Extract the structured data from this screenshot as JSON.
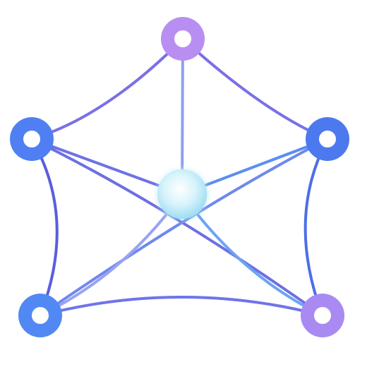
{
  "diagram": {
    "type": "network-graph-icon",
    "background": "#ffffff",
    "nodes": [
      {
        "id": "top",
        "role": "outer-node",
        "color": "#b98ef2"
      },
      {
        "id": "left",
        "role": "outer-node",
        "color": "#4f7ff2"
      },
      {
        "id": "right",
        "role": "outer-node",
        "color": "#4d79ee"
      },
      {
        "id": "bottom-left",
        "role": "outer-node",
        "color": "#5288f3"
      },
      {
        "id": "bottom-right",
        "role": "outer-node",
        "color": "#a98af2"
      },
      {
        "id": "center",
        "role": "hub-node",
        "color": "#aee8f6"
      }
    ],
    "edges": [
      {
        "from": "top",
        "to": "left",
        "style": "curved",
        "color": "#7a70e6"
      },
      {
        "from": "top",
        "to": "right",
        "style": "curved",
        "color": "#7a70e6"
      },
      {
        "from": "top",
        "to": "center",
        "style": "straight",
        "color": "#8ea0f0"
      },
      {
        "from": "left",
        "to": "center",
        "style": "straight",
        "color": "#6f72e4"
      },
      {
        "from": "right",
        "to": "center",
        "style": "straight",
        "color": "#5c8ef0"
      },
      {
        "from": "left",
        "to": "bottom-left",
        "style": "curved",
        "color": "#5b5ddd"
      },
      {
        "from": "right",
        "to": "bottom-right",
        "style": "curved",
        "color": "#4d6fe6"
      },
      {
        "from": "bottom-left",
        "to": "bottom-right",
        "style": "curved",
        "color": "#6f74ea"
      },
      {
        "from": "left",
        "to": "bottom-right",
        "style": "curved",
        "color": "#6d6fe4"
      },
      {
        "from": "right",
        "to": "bottom-left",
        "style": "curved",
        "color": "#6f88ee"
      },
      {
        "from": "center",
        "to": "bottom-left",
        "style": "curved",
        "color": "#9aa2f2"
      },
      {
        "from": "center",
        "to": "bottom-right",
        "style": "curved",
        "color": "#6ca4f2"
      }
    ]
  }
}
